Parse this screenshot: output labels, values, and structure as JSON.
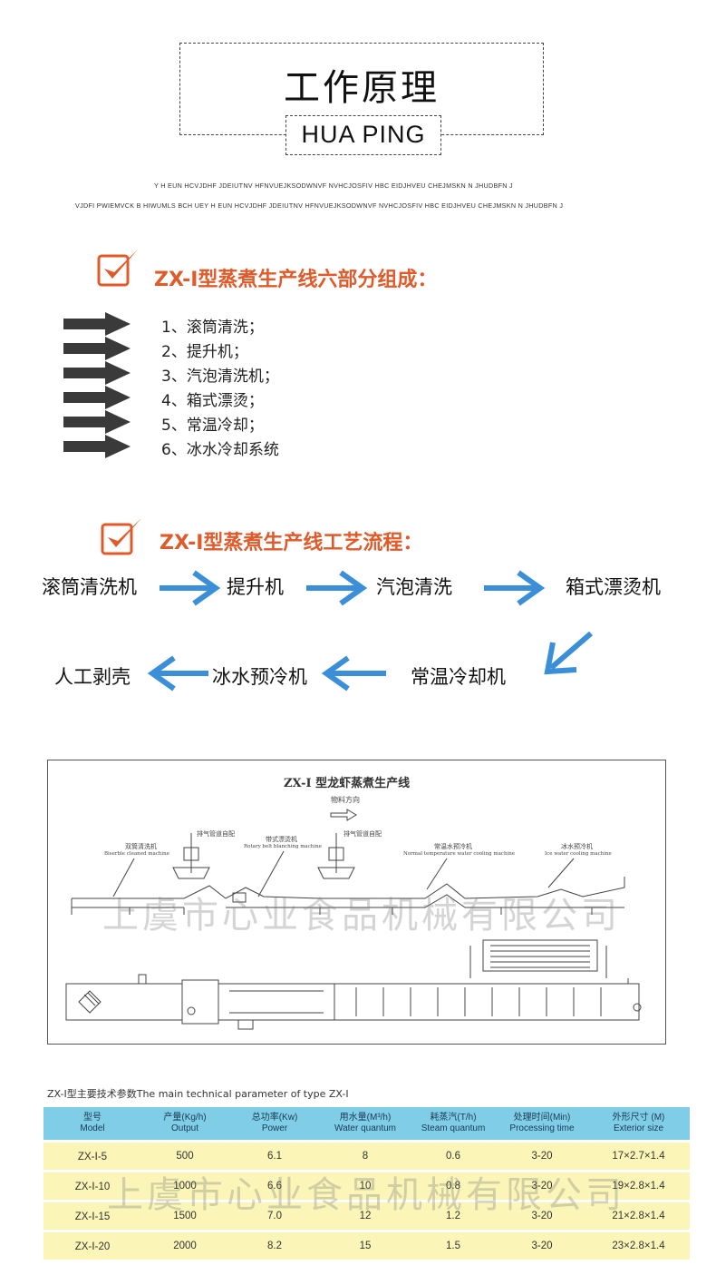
{
  "header": {
    "title": "工作原理",
    "subtitle": "HUA PING",
    "line1": "Y H EUN HCVJDHF JDEIUTNV HFNVUEJKSODWNVF NVHCJOSFIV HBC EIDJHVEU  CHEJMSKN  N JHUDBFN J",
    "line2": "VJDFI PWIEMVCK B HIWUMLS BCH UEY H EUN HCVJDHF JDEIUTNV HFNVUEJKSODWNVF NVHCJOSFIV HBC EIDJHVEU  CHEJMSKN  N JHUDBFN J"
  },
  "section1": {
    "heading": "ZX-I型蒸煮生产线六部分组成：",
    "items": [
      "1、滚筒清洗；",
      "2、提升机；",
      "3、汽泡清洗机；",
      "4、箱式漂烫；",
      "5、常温冷却；",
      "6、冰水冷却系统"
    ]
  },
  "section2": {
    "heading": "ZX-I型蒸煮生产线工艺流程：",
    "flow_row1": [
      "滚筒清洗机",
      "提升机",
      "汽泡清洗",
      "箱式漂烫机"
    ],
    "flow_row2": [
      "常温冷却机",
      "冰水预冷机",
      "人工剥壳"
    ]
  },
  "diagram": {
    "title": "ZX-Ⅰ  型龙虾蒸煮生产线",
    "direction": "物料方向",
    "labels": [
      {
        "cn": "双筒清洗机",
        "en": "Biserble cleaned machine"
      },
      {
        "cn": "排气管道自配",
        "en": ""
      },
      {
        "cn": "带式漂烫机",
        "en": "Rotary belt blanching machine"
      },
      {
        "cn": "排气管道自配",
        "en": ""
      },
      {
        "cn": "常温水预冷机",
        "en": "Normal temperature water cooling machine"
      },
      {
        "cn": "冰水预冷机",
        "en": "Ice water cooling machine"
      }
    ]
  },
  "watermark": "上虞市心业食品机械有限公司",
  "table": {
    "caption": "ZX-Ⅰ型主要技术参数The main technical parameter of  type ZX-Ⅰ",
    "headers": [
      {
        "cn": "型号",
        "en": "Model"
      },
      {
        "cn": "产量(Kg/h)",
        "en": "Output"
      },
      {
        "cn": "总功率(Kw)",
        "en": "Power"
      },
      {
        "cn": "用水量(M³/h)",
        "en": "Water quantum"
      },
      {
        "cn": "耗蒸汽(T/h)",
        "en": "Steam quantum"
      },
      {
        "cn": "处理时间(Min)",
        "en": "Processing time"
      },
      {
        "cn": "外形尺寸  (M)",
        "en": "Exterior size"
      }
    ],
    "rows": [
      [
        "ZX-Ⅰ-5",
        "500",
        "6.1",
        "8",
        "0.6",
        "3-20",
        "17×2.7×1.4"
      ],
      [
        "ZX-Ⅰ-10",
        "1000",
        "6.6",
        "10",
        "0.8",
        "3-20",
        "19×2.8×1.4"
      ],
      [
        "ZX-Ⅰ-15",
        "1500",
        "7.0",
        "12",
        "1.2",
        "3-20",
        "21×2.8×1.4"
      ],
      [
        "ZX-Ⅰ-20",
        "2000",
        "8.2",
        "15",
        "1.5",
        "3-20",
        "23×2.8×1.4"
      ]
    ]
  },
  "colors": {
    "accent": "#e05a2a",
    "flow_arrow": "#3b8fd9",
    "list_arrow": "#3a3a3a",
    "table_header": "#7fcde6",
    "table_row": "#fbf6b8"
  }
}
